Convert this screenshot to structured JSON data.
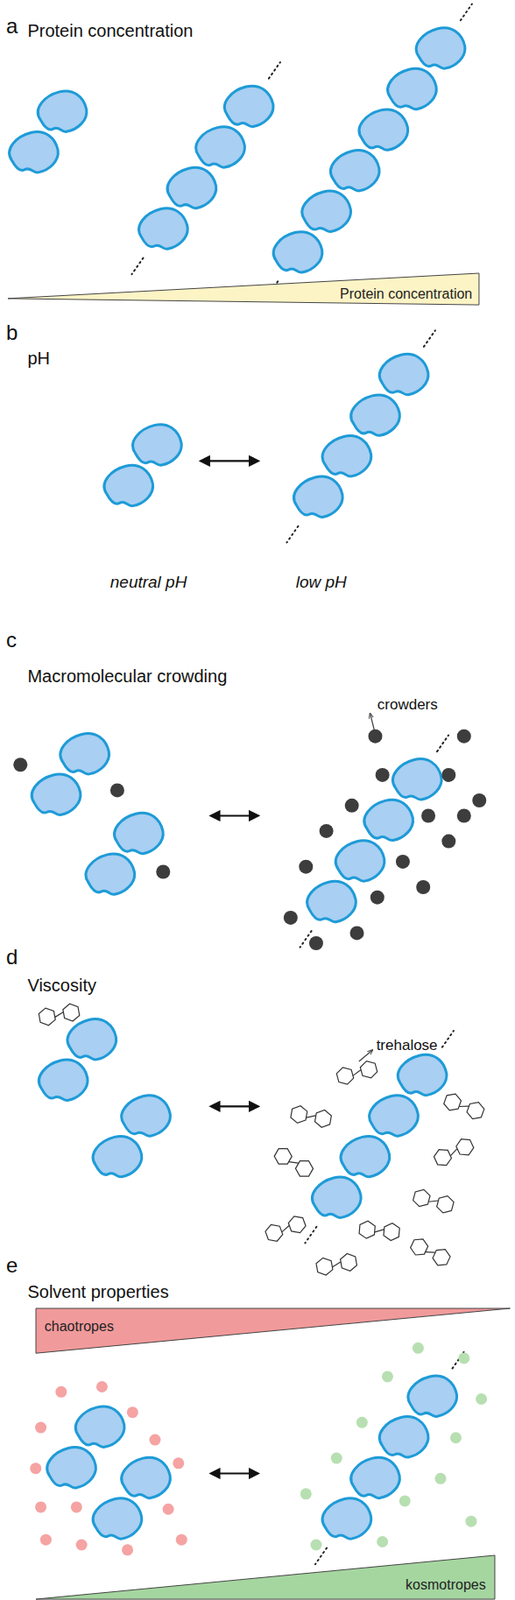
{
  "diagram": {
    "nodes": [
      {
        "text": [
          "Protein concentration"
        ]
      },
      {
        "text": [
          "chaotropes"
        ]
      },
      {
        "text": [
          "kosmotropes"
        ]
      }
    ],
    "labels": [
      "a",
      "Protein concentration",
      "b",
      "pH",
      "neutral pH",
      "low pH",
      "c",
      "Macromolecular crowding",
      "crowders",
      "d",
      "Viscosity",
      "trehalose",
      "e",
      "Solvent properties"
    ]
  }
}
